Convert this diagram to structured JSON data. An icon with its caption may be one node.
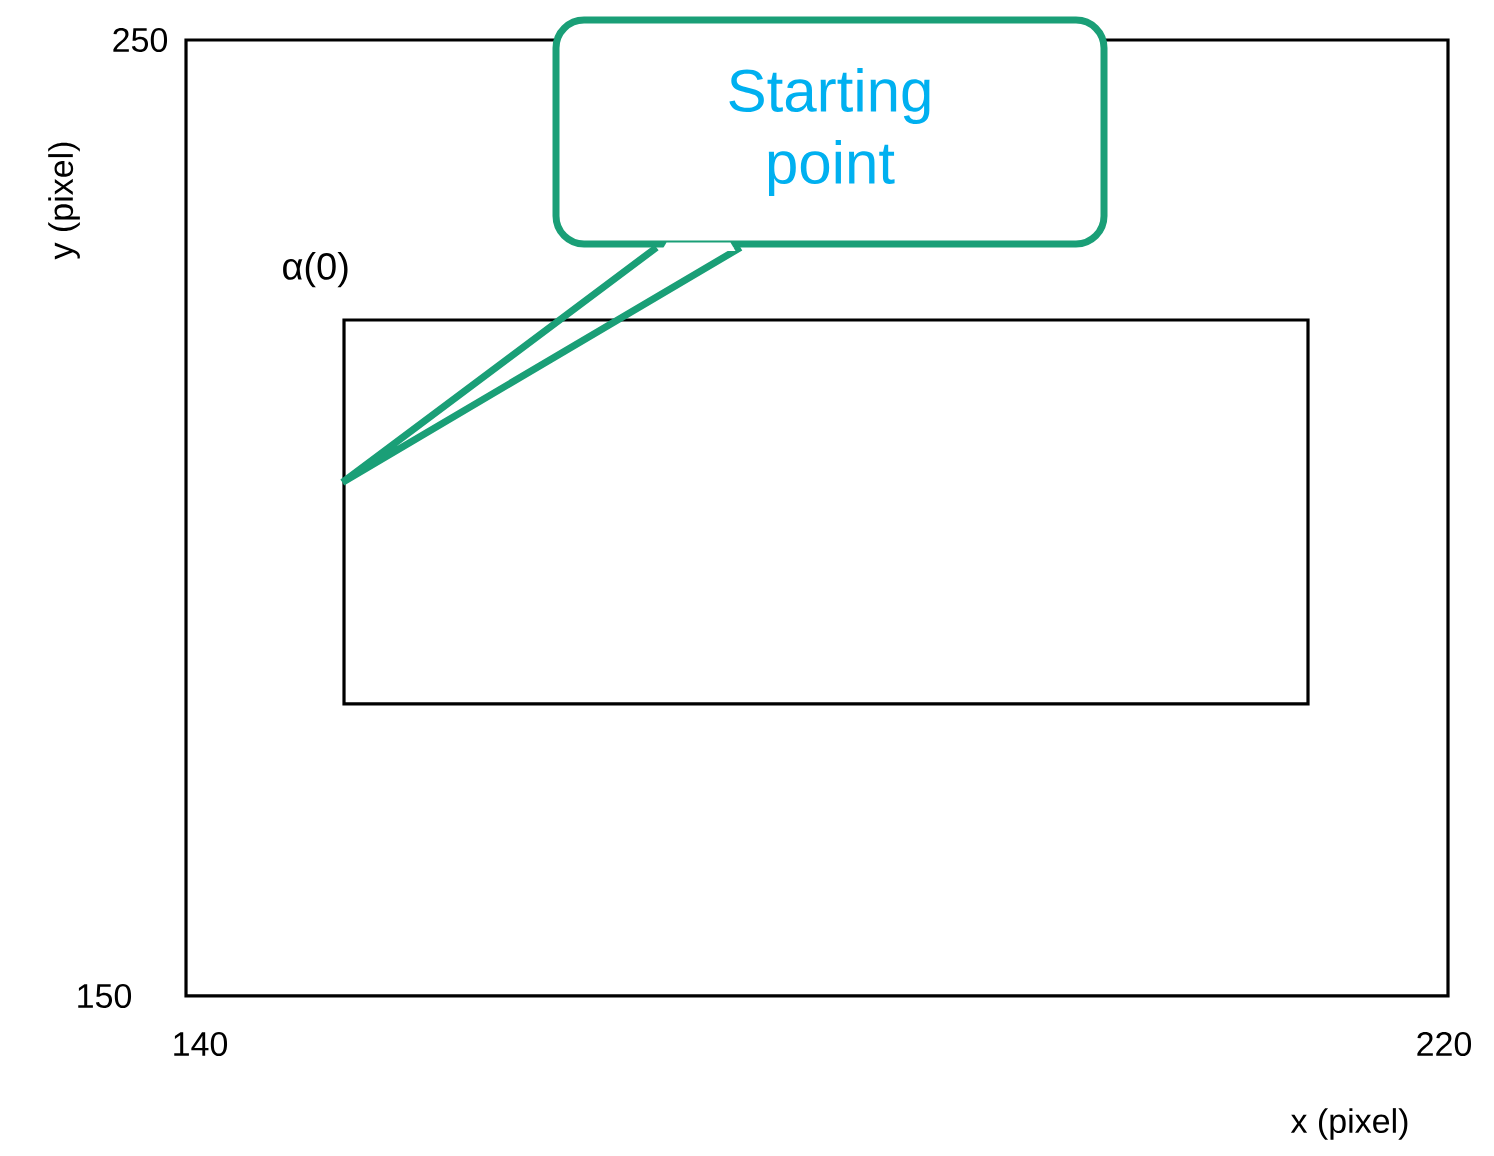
{
  "diagram": {
    "nodes": [
      {
        "text": [
          "Starting point"
        ]
      },
      {
        "text": [],
        "shape": "box",
        "beside": [
          "α(0)"
        ]
      }
    ],
    "edges": [
      {
        "from": 0,
        "to": 1,
        "arrow": "none",
        "color": "#1a9f77"
      }
    ],
    "labels": [
      "250",
      "y (pixel)",
      "150",
      "140",
      "220",
      "x (pixel)"
    ]
  }
}
